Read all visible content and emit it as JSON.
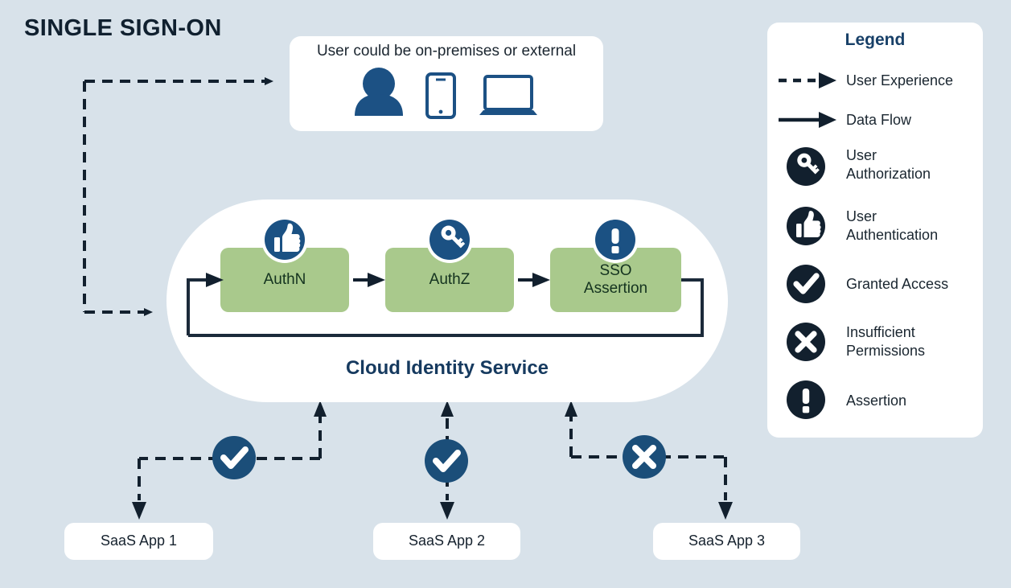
{
  "page": {
    "title": "SINGLE SIGN-ON",
    "background_color": "#d8e2ea"
  },
  "colors": {
    "dark_navy": "#12202e",
    "mid_blue": "#1d4e79",
    "title_navy": "#10202f",
    "cloud_label_navy": "#163a5f",
    "green_box": "#a9c98c",
    "card_white": "#ffffff"
  },
  "user_card": {
    "label": "User could be on-premises or external",
    "icons": [
      "person-icon",
      "mobile-phone-icon",
      "laptop-icon"
    ]
  },
  "cloud": {
    "label": "Cloud Identity Service",
    "steps": [
      {
        "label": "AuthN",
        "badge_icon": "thumbs-up-icon"
      },
      {
        "label": "AuthZ",
        "badge_icon": "key-icon"
      },
      {
        "label": "SSO\nAssertion",
        "badge_icon": "exclamation-icon"
      }
    ]
  },
  "saas_apps": [
    {
      "label": "SaaS App 1",
      "status_icon": "check-circle-icon"
    },
    {
      "label": "SaaS App 2",
      "status_icon": "check-circle-icon"
    },
    {
      "label": "SaaS App 3",
      "status_icon": "x-circle-icon"
    }
  ],
  "legend": {
    "title": "Legend",
    "items": [
      {
        "label": "User Experience",
        "icon": "dashed-arrow-icon"
      },
      {
        "label": "Data Flow",
        "icon": "solid-arrow-icon"
      },
      {
        "label": "User\nAuthorization",
        "icon": "key-icon"
      },
      {
        "label": "User\nAuthentication",
        "icon": "thumbs-up-icon"
      },
      {
        "label": "Granted Access",
        "icon": "check-circle-icon"
      },
      {
        "label": "Insufficient\nPermissions",
        "icon": "x-circle-icon"
      },
      {
        "label": "Assertion",
        "icon": "exclamation-icon"
      }
    ]
  }
}
